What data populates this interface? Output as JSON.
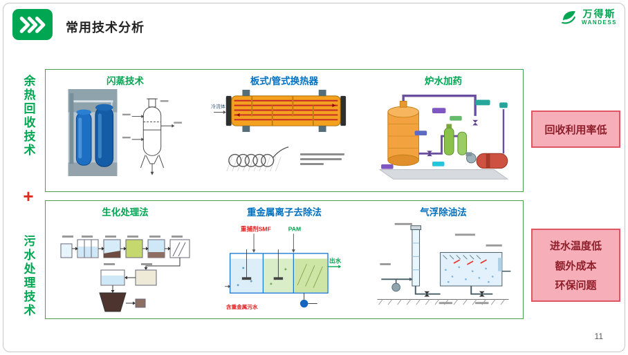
{
  "colors": {
    "brand-green": "#00a651",
    "title-blue": "#0070c0",
    "plus-red": "#e02b20",
    "panel-border": "#4a9e52",
    "callout-bg": "#f6aeb8",
    "callout-border": "#e05563",
    "callout-text": "#8e1f2a"
  },
  "header": {
    "title": "常用技术分析",
    "logo": {
      "brand": "万得斯",
      "brand_en": "WANDESS"
    }
  },
  "sidebar": {
    "heat_label": "余热回收技术",
    "plus": "+",
    "water_label": "污水处理技术"
  },
  "heat_panel": {
    "items": [
      {
        "title": "闪蒸技术"
      },
      {
        "title": "板式/管式换热器"
      },
      {
        "title": "炉水加药"
      }
    ]
  },
  "water_panel": {
    "items": [
      {
        "title": "生化处理法"
      },
      {
        "title": "重金属离子去除法"
      },
      {
        "title": "气浮除油法"
      }
    ]
  },
  "exchanger_labels": {
    "cold_fluid": "冷流体"
  },
  "heavy_metal_labels": {
    "agent": "重捕剂SMF",
    "pam": "PAM",
    "outlet": "出水",
    "inlet": "含重金属污水"
  },
  "callouts": {
    "recovery": {
      "text": "回收利用率低"
    },
    "issues": {
      "lines": [
        "进水温度低",
        "额外成本",
        "环保问题"
      ]
    }
  },
  "page_number": "11"
}
